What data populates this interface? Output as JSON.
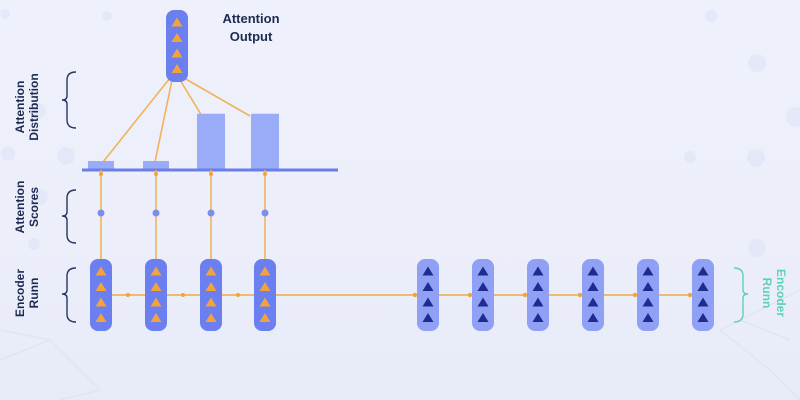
{
  "labels": {
    "attention_output": [
      "Attention",
      "Output"
    ],
    "attention_distribution": [
      "Attention",
      "Distribution"
    ],
    "attention_scores": [
      "Attention",
      "Scores"
    ],
    "encoder_left": [
      "Encoder",
      "Runn"
    ],
    "encoder_right": [
      "Encoder",
      "Runn"
    ]
  },
  "attention_distribution_values": [
    0.12,
    0.12,
    0.75,
    0.75
  ],
  "encoder_left_count": 4,
  "encoder_right_count": 6,
  "colors": {
    "background": "#eceffa",
    "cell_dark": "#6b7ff0",
    "cell_light": "#8fa0f5",
    "arrow_orange": "#f3a23d",
    "arrow_navy": "#1f2c8f",
    "connector_orange": "#f1b35a",
    "baseline": "#6a7fe6",
    "bar_fill": "#9aabf7",
    "teal_label": "#5fd1b8"
  }
}
